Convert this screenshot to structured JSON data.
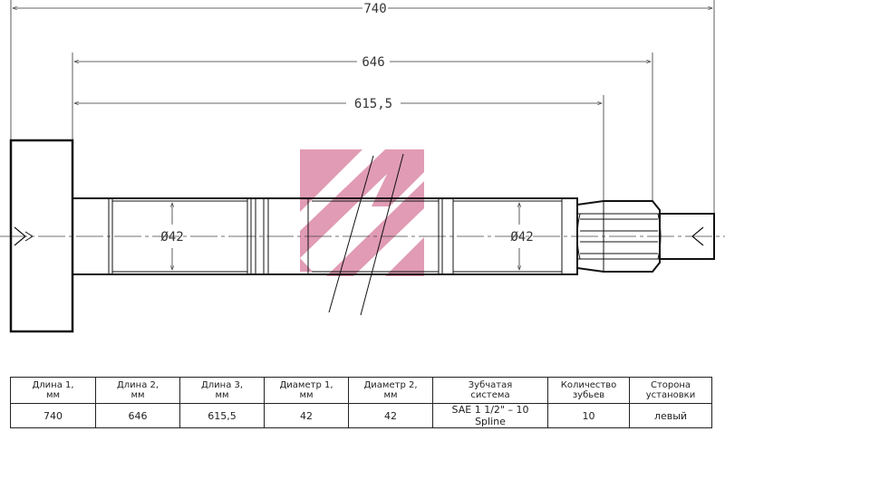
{
  "drawing": {
    "dimensions": {
      "overall": "740",
      "length_2": "646",
      "length_3": "615,5",
      "diameter_1": "Ø42",
      "diameter_2": "Ø42"
    },
    "watermark_color": "#d87a9c"
  },
  "table": {
    "headers": [
      {
        "line1": "Длина 1,",
        "line2": "мм"
      },
      {
        "line1": "Длина 2,",
        "line2": "мм"
      },
      {
        "line1": "Длина 3,",
        "line2": "мм"
      },
      {
        "line1": "Диаметр 1,",
        "line2": "мм"
      },
      {
        "line1": "Диаметр 2,",
        "line2": "мм"
      },
      {
        "line1": "Зубчатая",
        "line2": "система"
      },
      {
        "line1": "Количество",
        "line2": "зубьев"
      },
      {
        "line1": "Сторона",
        "line2": "установки"
      }
    ],
    "values": [
      "740",
      "646",
      "615,5",
      "42",
      "42",
      "SAE 1 1/2\" – 10 Spline",
      "10",
      "левый"
    ]
  }
}
